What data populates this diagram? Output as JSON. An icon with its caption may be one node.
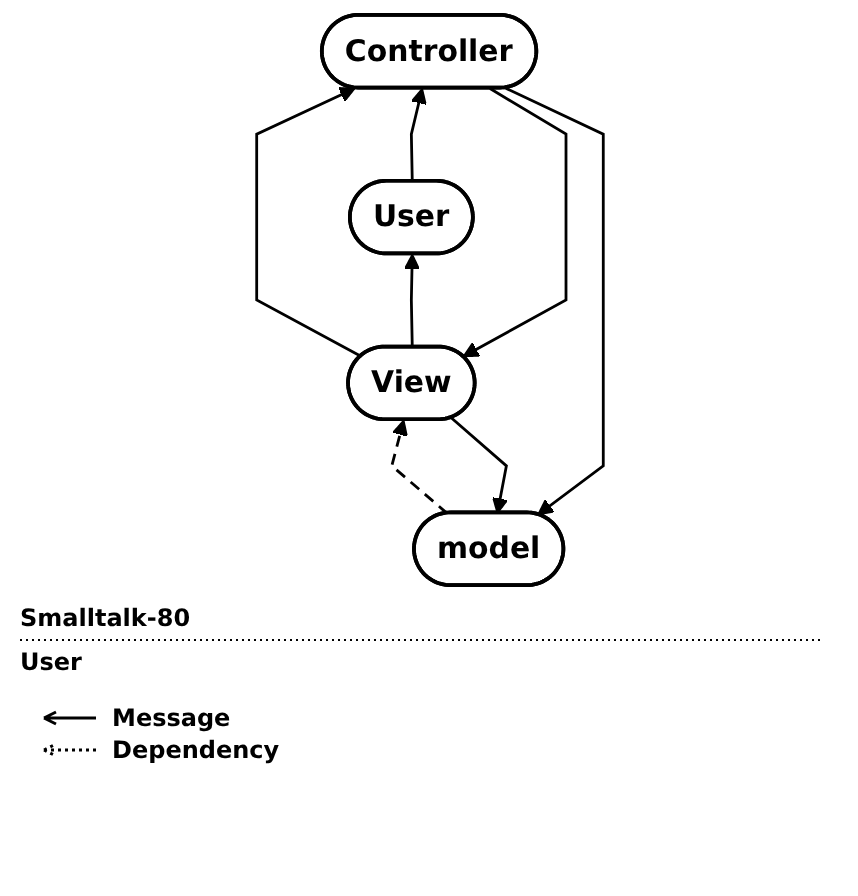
{
  "diagram": {
    "nodes": [
      {
        "text": [
          "model"
        ]
      },
      {
        "text": [
          "Controller"
        ]
      },
      {
        "text": [
          "View"
        ]
      },
      {
        "text": [
          "User"
        ]
      }
    ],
    "edges": [
      {
        "from": 1,
        "to": 0,
        "arrow": "to"
      },
      {
        "from": 2,
        "to": 0,
        "arrow": "to"
      },
      {
        "from": 0,
        "to": 2,
        "arrow": "to",
        "style": "dashed"
      },
      {
        "from": 1,
        "to": 2,
        "arrow": "to"
      },
      {
        "from": 2,
        "to": 1,
        "arrow": "to"
      },
      {
        "from": 3,
        "to": 1,
        "arrow": "to"
      },
      {
        "from": 2,
        "to": 3,
        "arrow": "to"
      }
    ],
    "labels": [
      "Smalltalk-80",
      "User"
    ],
    "legend": [
      {
        "text": "Message"
      },
      {
        "text": "Dependency"
      }
    ]
  }
}
